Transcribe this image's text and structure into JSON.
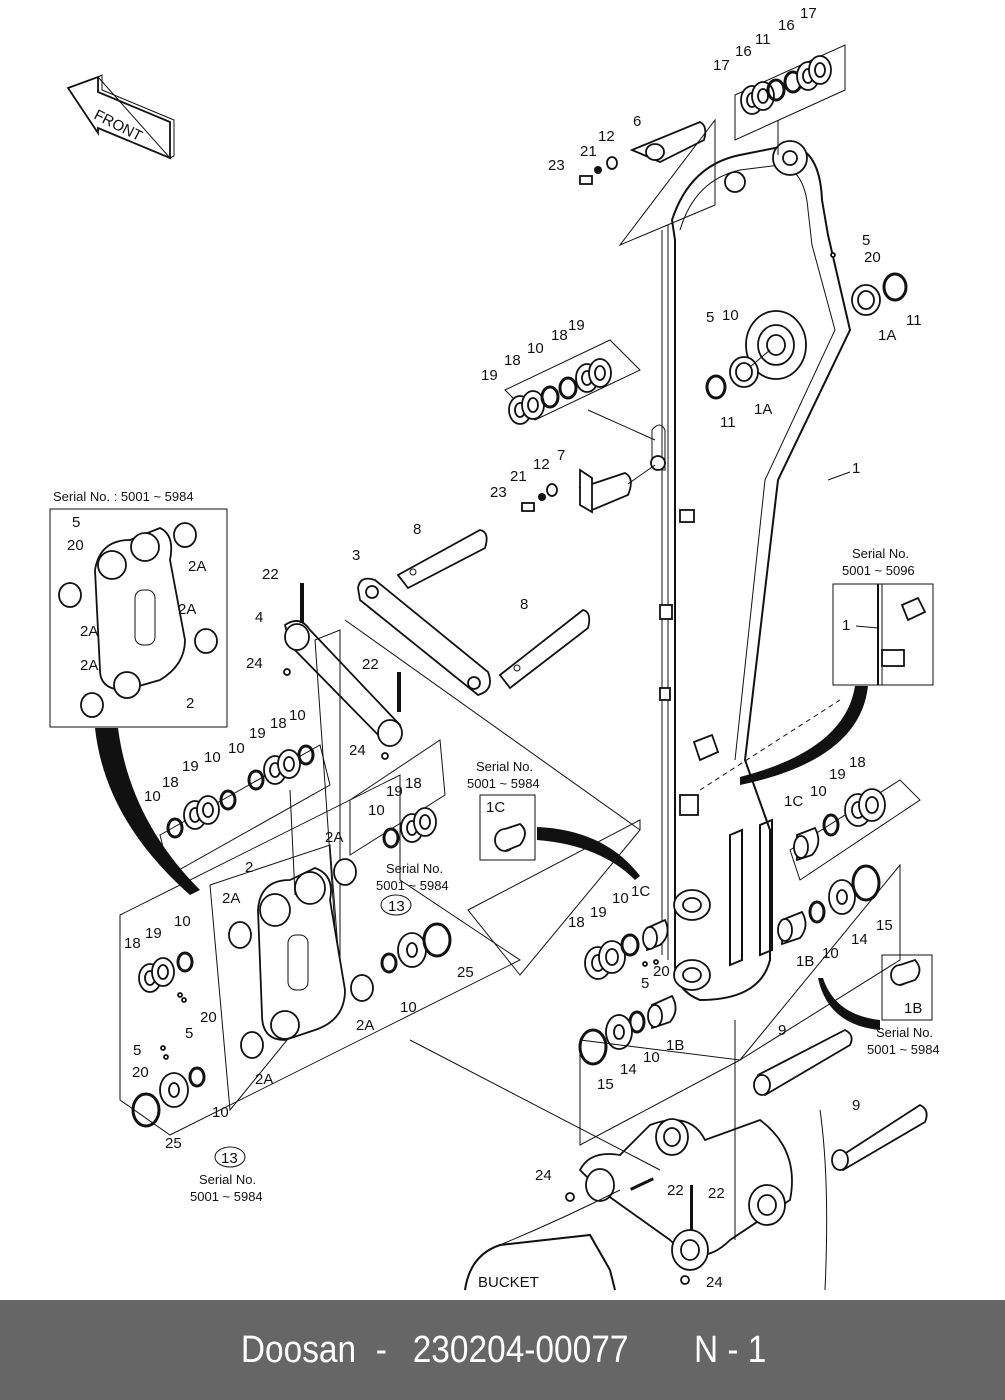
{
  "diagram": {
    "type": "exploded parts diagram",
    "subject": "Excavator arm with links, pins, bushings, shims and seals",
    "front_arrow_label": "FRONT",
    "bucket_label": "BUCKET",
    "callouts": {
      "top_pin": [
        "23",
        "21",
        "12",
        "6"
      ],
      "top_shims": [
        "17",
        "16",
        "11",
        "16",
        "17"
      ],
      "right_top": [
        "5",
        "20",
        "11",
        "1A"
      ],
      "arm_boss": [
        "5",
        "10",
        "11",
        "1A"
      ],
      "mid_shims": [
        "19",
        "18",
        "10",
        "18",
        "19"
      ],
      "mid_pin": [
        "23",
        "21",
        "12",
        "7"
      ],
      "arm": "1",
      "links": [
        "3",
        "8",
        "22",
        "4",
        "24",
        "8",
        "22",
        "24"
      ],
      "left_shims": [
        "10",
        "18",
        "19",
        "10",
        "10",
        "19",
        "18",
        "10"
      ],
      "link_shims": [
        "10",
        "19",
        "18",
        "24"
      ],
      "lower_link": [
        "2",
        "2A",
        "2A",
        "2A",
        "2A",
        "13",
        "25",
        "10",
        "10",
        "25",
        "13"
      ],
      "left_lower": [
        "18",
        "19",
        "10",
        "20",
        "5",
        "5",
        "20"
      ],
      "arm_end": [
        "1C",
        "10",
        "19",
        "18",
        "20",
        "5",
        "1B",
        "10",
        "14",
        "15"
      ],
      "right_end": [
        "1C",
        "10",
        "19",
        "18",
        "14",
        "15",
        "10",
        "1B"
      ],
      "bucket_pins": [
        "9",
        "9",
        "24",
        "22",
        "22",
        "24"
      ]
    },
    "insets": [
      {
        "title": "Serial No. : 5001 ~ 5984",
        "labels": [
          "5",
          "20",
          "2A",
          "2A",
          "2A",
          "2A",
          "2"
        ]
      },
      {
        "title_line1": "Serial No.",
        "title_line2": "5001 ~ 5096",
        "labels": [
          "1"
        ]
      },
      {
        "title_line1": "Serial No.",
        "title_line2": "5001 ~ 5984",
        "labels": [
          "1C"
        ]
      },
      {
        "title_line1": "Serial No.",
        "title_line2": "5001 ~ 5984",
        "labels": [
          "1B"
        ]
      }
    ],
    "serial_notes": [
      {
        "line1": "Serial No.",
        "line2": "5001 ~ 5984",
        "ref": "13"
      },
      {
        "line1": "Serial No.",
        "line2": "5001 ~ 5984",
        "ref": "13"
      }
    ]
  },
  "footer": {
    "brand": "Doosan",
    "separator": "-",
    "part_number": "230204-00077",
    "page_ref": "N - 1"
  }
}
